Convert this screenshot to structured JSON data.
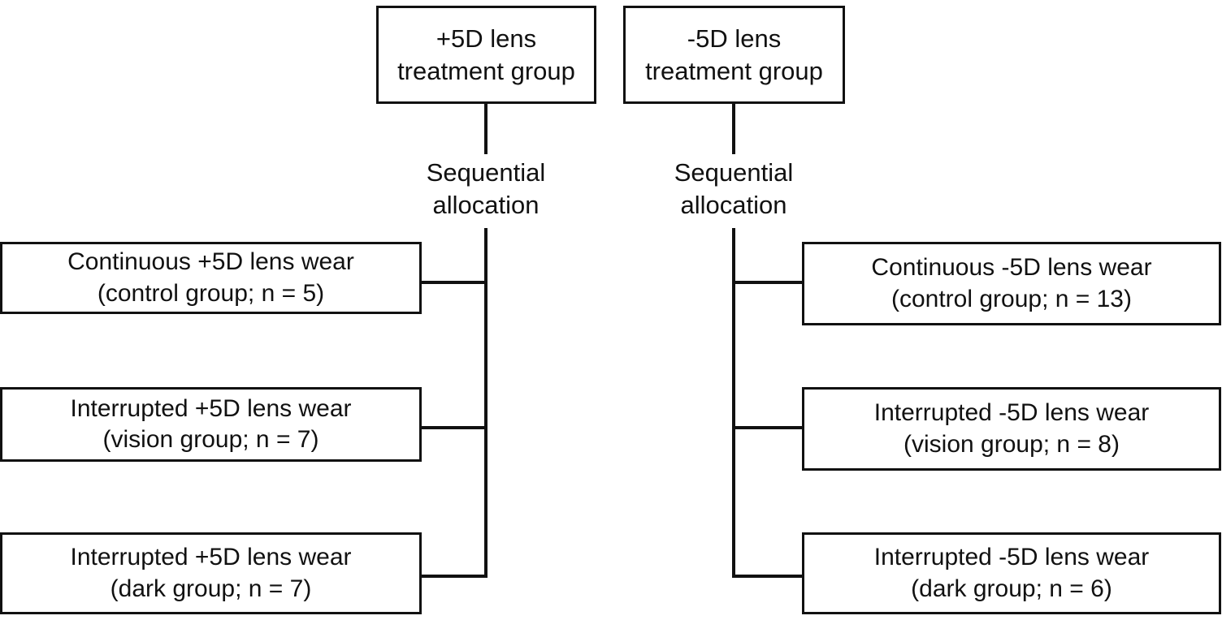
{
  "diagram": {
    "title": "Lens treatment group sequential allocation flow diagram",
    "background_color": "#ffffff",
    "stroke_color": "#111111",
    "text_color": "#111111"
  },
  "branches": {
    "left": {
      "top_box": {
        "line1": "+5D lens",
        "line2": "treatment group"
      },
      "allocation": {
        "line1": "Sequential",
        "line2": "allocation"
      },
      "outcomes": [
        {
          "line1": "Continuous +5D lens wear",
          "line2": "(control group; n = 5)",
          "group": "control",
          "n": 5
        },
        {
          "line1": "Interrupted +5D lens wear",
          "line2": "(vision group; n = 7)",
          "group": "vision",
          "n": 7
        },
        {
          "line1": "Interrupted +5D lens wear",
          "line2": "(dark group; n = 7)",
          "group": "dark",
          "n": 7
        }
      ]
    },
    "right": {
      "top_box": {
        "line1": "-5D lens",
        "line2": "treatment group"
      },
      "allocation": {
        "line1": "Sequential",
        "line2": "allocation"
      },
      "outcomes": [
        {
          "line1": "Continuous -5D lens wear",
          "line2": "(control group; n = 13)",
          "group": "control",
          "n": 13
        },
        {
          "line1": "Interrupted -5D lens wear",
          "line2": "(vision group; n = 8)",
          "group": "vision",
          "n": 8
        },
        {
          "line1": "Interrupted -5D lens wear",
          "line2": "(dark group; n = 6)",
          "group": "dark",
          "n": 6
        }
      ]
    }
  }
}
